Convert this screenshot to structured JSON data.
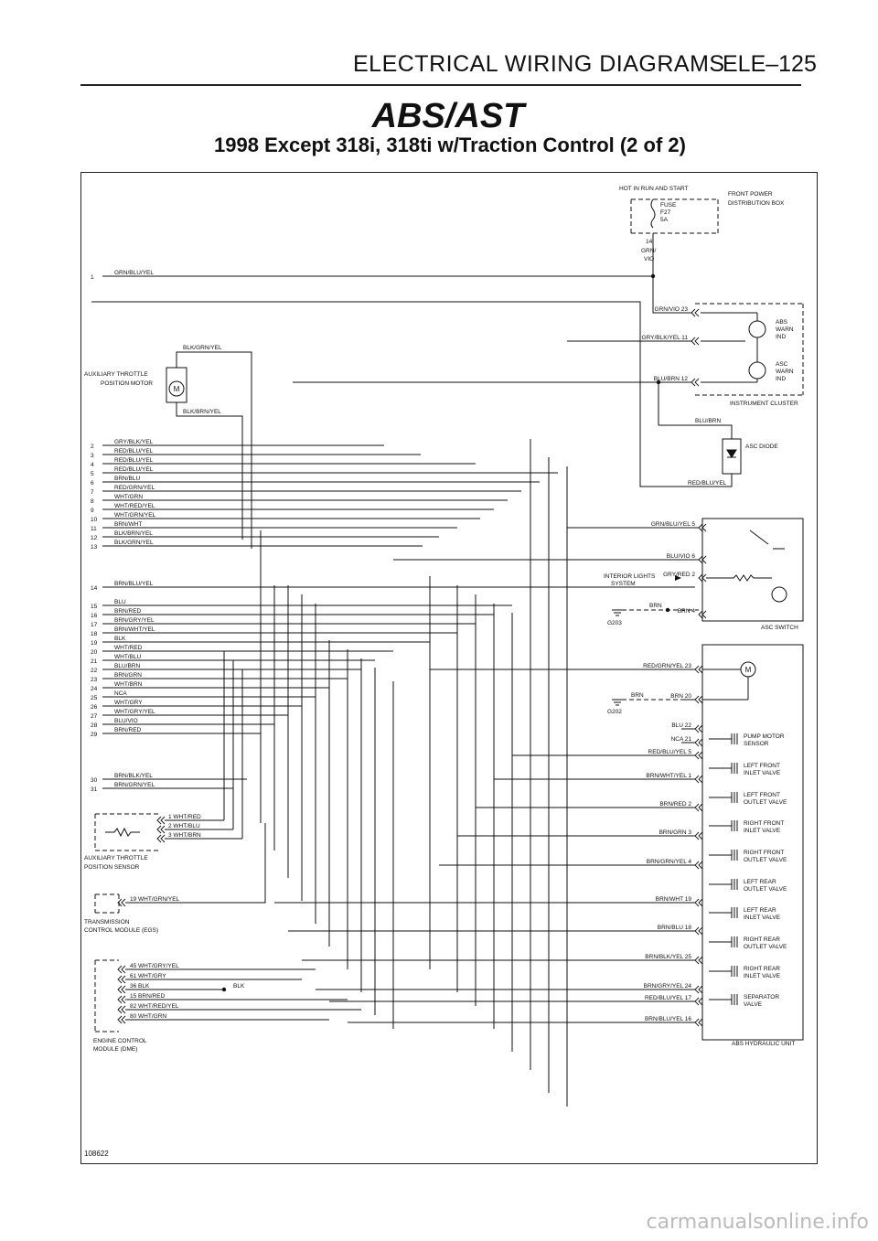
{
  "header": {
    "title": "ELECTRICAL WIRING DIAGRAMS",
    "page": "ELE–125"
  },
  "diagram": {
    "system": "ABS/AST",
    "subtitle": "1998 Except 318i, 318ti w/Traction Control (2 of 2)",
    "doc_number": "108622"
  },
  "power": {
    "hot_label": "HOT IN RUN AND START",
    "box_label_1": "FRONT POWER",
    "box_label_2": "DISTRIBUTION BOX",
    "fuse_1": "FUSE",
    "fuse_2": "F27",
    "fuse_3": "5A",
    "pin": "14",
    "wire_1": "GRN/",
    "wire_2": "VIO"
  },
  "left_wires": [
    {
      "n": "1",
      "c": "GRN/BLU/YEL"
    },
    {
      "n": "2",
      "c": "GRY/BLK/YEL"
    },
    {
      "n": "3",
      "c": "RED/BLU/YEL"
    },
    {
      "n": "4",
      "c": "RED/BLU/YEL"
    },
    {
      "n": "5",
      "c": "RED/BLU/YEL"
    },
    {
      "n": "6",
      "c": "BRN/BLU"
    },
    {
      "n": "7",
      "c": "RED/GRN/YEL"
    },
    {
      "n": "8",
      "c": "WHT/GRN"
    },
    {
      "n": "9",
      "c": "WHT/RED/YEL"
    },
    {
      "n": "10",
      "c": "WHT/GRN/YEL"
    },
    {
      "n": "11",
      "c": "BRN/WHT"
    },
    {
      "n": "12",
      "c": "BLK/BRN/YEL"
    },
    {
      "n": "13",
      "c": "BLK/GRN/YEL"
    },
    {
      "n": "14",
      "c": "BRN/BLU/YEL"
    },
    {
      "n": "15",
      "c": "BLU"
    },
    {
      "n": "16",
      "c": "BRN/RED"
    },
    {
      "n": "17",
      "c": "BRN/GRY/YEL"
    },
    {
      "n": "18",
      "c": "BRN/WHT/YEL"
    },
    {
      "n": "19",
      "c": "BLK"
    },
    {
      "n": "20",
      "c": "WHT/RED"
    },
    {
      "n": "21",
      "c": "WHT/BLU"
    },
    {
      "n": "22",
      "c": "BLU/BRN"
    },
    {
      "n": "23",
      "c": "BRN/GRN"
    },
    {
      "n": "24",
      "c": "WHT/BRN"
    },
    {
      "n": "25",
      "c": "NCA"
    },
    {
      "n": "26",
      "c": "WHT/GRY"
    },
    {
      "n": "27",
      "c": "WHT/GRY/YEL"
    },
    {
      "n": "28",
      "c": "BLU/VIO"
    },
    {
      "n": "29",
      "c": "BRN/RED"
    },
    {
      "n": "30",
      "c": "BRN/BLK/YEL"
    },
    {
      "n": "31",
      "c": "BRN/GRN/YEL"
    }
  ],
  "throttle_motor": {
    "label_1": "AUXILIARY THROTTLE",
    "label_2": "POSITION MOTOR",
    "wire_top": "BLK/GRN/YEL",
    "wire_bottom": "BLK/BRN/YEL",
    "motor": "M"
  },
  "throttle_sensor": {
    "label_1": "AUXILIARY THROTTLE",
    "label_2": "POSITION SENSOR",
    "pins": [
      {
        "p": "1",
        "c": "WHT/RED"
      },
      {
        "p": "2",
        "c": "WHT/BLU"
      },
      {
        "p": "3",
        "c": "WHT/BRN"
      }
    ]
  },
  "egs": {
    "label_1": "TRANSMISSION",
    "label_2": "CONTROL MODULE (EGS)",
    "pin": "19 WHT/GRN/YEL"
  },
  "dme": {
    "label_1": "ENGINE CONTROL",
    "label_2": "MODULE (DME)",
    "pins": [
      "45 WHT/GRY/YEL",
      "61 WHT/GRY",
      "36 BLK",
      "15 BRN/RED",
      "82 WHT/RED/YEL",
      "80 WHT/GRN"
    ],
    "ground_wire": "BLK"
  },
  "cluster": {
    "label": "INSTRUMENT CLUSTER",
    "pins": [
      {
        "w": "GRN/VIO",
        "p": "23"
      },
      {
        "w": "GRY/BLK/YEL",
        "p": "11"
      },
      {
        "w": "BLU/BRN",
        "p": "12"
      }
    ],
    "abs_lamp": [
      "ABS",
      "WARN",
      "IND"
    ],
    "asc_lamp": [
      "ASC",
      "WARN",
      "IND"
    ]
  },
  "asc_diode": {
    "label": "ASC DIODE",
    "wire_top": "BLU/BRN",
    "wire_bottom": "RED/BLU/YEL"
  },
  "asc_switch": {
    "label": "ASC SWITCH",
    "pins": [
      {
        "w": "GRN/BLU/YEL",
        "p": "5"
      },
      {
        "w": "BLU/VIO",
        "p": "6"
      },
      {
        "w": "GRY/RED",
        "p": "2"
      },
      {
        "w": "BRN",
        "p": "4"
      }
    ],
    "interior_1": "INTERIOR LIGHTS",
    "interior_2": "SYSTEM",
    "ground_wire": "BRN",
    "ground": "G203"
  },
  "hydraulic": {
    "label": "ABS HYDRAULIC UNIT",
    "pins": [
      {
        "w": "RED/GRN/YEL",
        "p": "23"
      },
      {
        "w": "BRN",
        "p": "20"
      },
      {
        "w": "BLU",
        "p": "22"
      },
      {
        "w": "NCA",
        "p": "21"
      },
      {
        "w": "RED/BLU/YEL",
        "p": "5"
      },
      {
        "w": "BRN/WHT/YEL",
        "p": "1"
      },
      {
        "w": "BRN/RED",
        "p": "2"
      },
      {
        "w": "BRN/GRN",
        "p": "3"
      },
      {
        "w": "BRN/GRN/YEL",
        "p": "4"
      },
      {
        "w": "BRN/WHT",
        "p": "19"
      },
      {
        "w": "BRN/BLU",
        "p": "18"
      },
      {
        "w": "BRN/BLK/YEL",
        "p": "25"
      },
      {
        "w": "BRN/GRY/YEL",
        "p": "24"
      },
      {
        "w": "RED/BLU/YEL",
        "p": "17"
      },
      {
        "w": "BRN/BLU/YEL",
        "p": "16"
      }
    ],
    "ground_wire": "BRN",
    "ground": "G202",
    "motor": "M",
    "components": [
      [
        "PUMP MOTOR",
        "SENSOR"
      ],
      [
        "LEFT FRONT",
        "INLET VALVE"
      ],
      [
        "LEFT FRONT",
        "OUTLET VALVE"
      ],
      [
        "RIGHT FRONT",
        "INLET VALVE"
      ],
      [
        "RIGHT FRONT",
        "OUTLET VALVE"
      ],
      [
        "LEFT REAR",
        "OUTLET VALVE"
      ],
      [
        "LEFT REAR",
        "INLET VALVE"
      ],
      [
        "RIGHT REAR",
        "OUTLET VALVE"
      ],
      [
        "RIGHT REAR",
        "INLET VALVE"
      ],
      [
        "SEPARATOR",
        "VALVE"
      ]
    ]
  },
  "watermark": "carmanualsonline.info"
}
